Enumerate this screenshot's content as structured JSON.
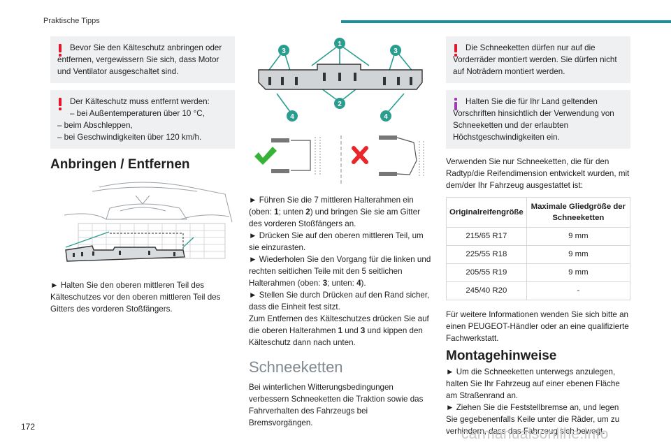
{
  "header": {
    "section": "Praktische Tipps"
  },
  "page_number": "172",
  "watermark": "carmanualsonline.info",
  "col1": {
    "warning1": {
      "line1": "Bevor Sie den Kälteschutz anbringen oder",
      "rest": "entfernen, vergewissern Sie sich, dass Motor und Ventilator ausgeschaltet sind."
    },
    "warning2": {
      "line1": "Der Kälteschutz muss entfernt werden:",
      "items": [
        "–  bei Außentemperaturen über 10 °C,",
        "–  beim Abschleppen,",
        "–  bei Geschwindigkeiten über 120 km/h."
      ]
    },
    "heading": "Anbringen / Entfernen",
    "step": "►  Halten Sie den oberen mittleren Teil des Kälteschutzes vor den oberen mittleren Teil des Gitters des vorderen Stoßfängers."
  },
  "col2": {
    "diagram_labels": [
      "1",
      "2",
      "3",
      "3",
      "4",
      "4"
    ],
    "steps": [
      [
        "►  Führen Sie die 7 mittleren Halterahmen ein (oben: ",
        "1",
        "; unten ",
        "2",
        ") und bringen Sie sie am Gitter des vorderen Stoßfängers an."
      ],
      [
        "►  Drücken Sie auf den oberen mittleren Teil, um sie einzurasten."
      ],
      [
        "►  Wiederholen Sie den Vorgang für die linken und rechten seitlichen Teile mit den 5 seitlichen Halterahmen (oben: ",
        "3",
        "; unten: ",
        "4",
        ")."
      ],
      [
        "►  Stellen Sie durch Drücken auf den Rand sicher, dass die Einheit fest sitzt."
      ],
      [
        "Zum Entfernen des Kälteschutzes drücken Sie auf die oberen Halterahmen ",
        "1",
        " und ",
        "3",
        " und kippen den Kälteschutz dann nach unten."
      ]
    ],
    "heading": "Schneeketten",
    "body": "Bei winterlichen Witterungsbedingungen verbessern Schneeketten die Traktion sowie das Fahrverhalten des Fahrzeugs bei Bremsvorgängen."
  },
  "col3": {
    "warning": {
      "line1": "Die Schneeketten dürfen nur auf die",
      "rest": "Vorderräder montiert werden. Sie dürfen nicht auf Noträdern montiert werden."
    },
    "info": {
      "line1": "Halten Sie die für Ihr Land geltenden",
      "rest": "Vorschriften hinsichtlich der Verwendung von Schneeketten und der erlaubten Höchstgeschwindigkeiten ein."
    },
    "intro": "Verwenden Sie nur Schneeketten, die für den Radtyp/die Reifendimension entwickelt wurden, mit dem/der Ihr Fahrzeug ausgestattet ist:",
    "table": {
      "headers": [
        "Originalreifengröße",
        "Maximale Gliedgröße der Schneeketten"
      ],
      "rows": [
        [
          "215/65 R17",
          "9 mm"
        ],
        [
          "225/55 R18",
          "9 mm"
        ],
        [
          "205/55 R19",
          "9 mm"
        ],
        [
          "245/40 R20",
          "-"
        ]
      ]
    },
    "after_table": "Für weitere Informationen wenden Sie sich bitte an einen PEUGEOT-Händler oder an eine qualifizierte Fachwerkstatt.",
    "heading": "Montagehinweise",
    "steps": [
      "►  Um die Schneeketten unterwegs anzulegen, halten Sie Ihr Fahrzeug auf einer ebenen Fläche am Straßenrand an.",
      "►  Ziehen Sie die Feststellbremse an, und legen Sie gegebenenfalls Keile unter die Räder, um zu verhindern, dass das Fahrzeug sich bewegt."
    ]
  },
  "colors": {
    "accent": "#1a8fa0",
    "warning": "#e3172b",
    "info": "#9b3fb0",
    "badge": "#2a9d8f",
    "ok": "#36b336",
    "bad": "#e8262c"
  }
}
